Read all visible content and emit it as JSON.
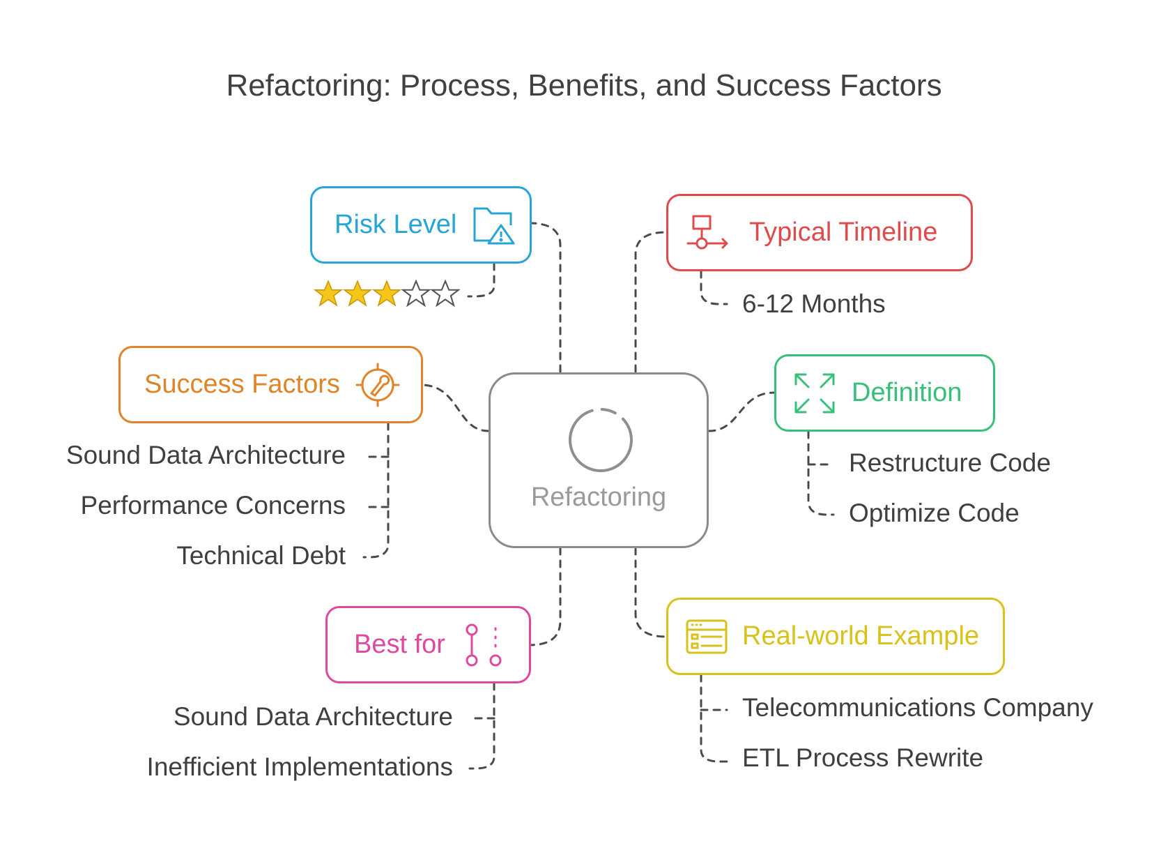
{
  "title": "Refactoring: Process, Benefits, and Success Factors",
  "center": {
    "label": "Refactoring",
    "icon": "dashed-circle-icon"
  },
  "nodes": {
    "risk_level": {
      "label": "Risk Level",
      "color": "#27a4d8",
      "icon": "folder-warning-icon",
      "rating": {
        "filled": 3,
        "total": 5
      }
    },
    "typical_timeline": {
      "label": "Typical Timeline",
      "color": "#e04a4a",
      "icon": "flow-arrow-icon",
      "items": [
        "6-12 Months"
      ]
    },
    "success_factors": {
      "label": "Success Factors",
      "color": "#e0842a",
      "icon": "target-icon",
      "items": [
        "Sound Data Architecture",
        "Performance Concerns",
        "Technical Debt"
      ]
    },
    "definition": {
      "label": "Definition",
      "color": "#36c07a",
      "icon": "expand-arrows-icon",
      "items": [
        "Restructure Code",
        "Optimize Code"
      ]
    },
    "best_for": {
      "label": "Best for",
      "color": "#e0489e",
      "icon": "git-branch-icon",
      "items": [
        "Sound Data Architecture",
        "Inefficient Implementations"
      ]
    },
    "real_world_example": {
      "label": "Real-world Example",
      "color": "#d8c21a",
      "icon": "list-window-icon",
      "items": [
        "Telecommunications Company",
        "ETL Process Rewrite"
      ]
    }
  }
}
